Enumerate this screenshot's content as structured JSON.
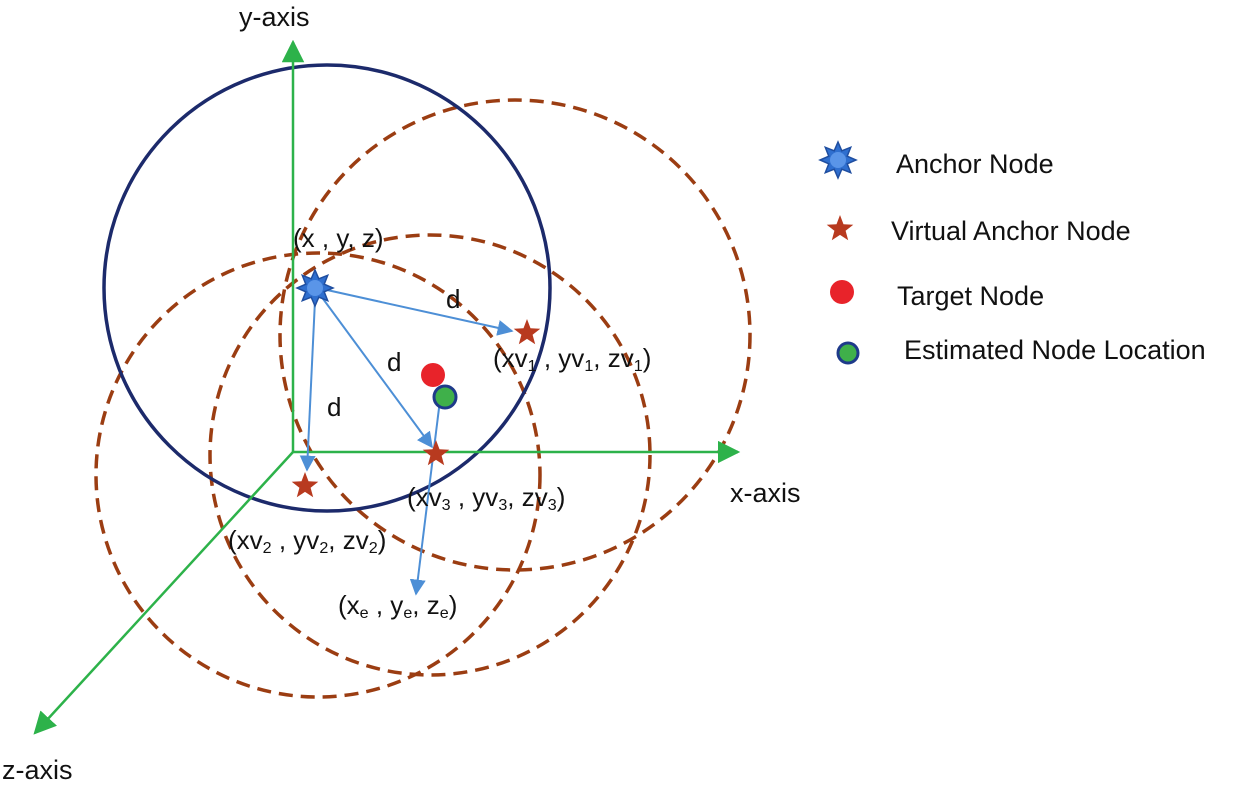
{
  "axes": {
    "x_label": "x-axis",
    "y_label": "y-axis",
    "z_label": "z-axis"
  },
  "anchor_label": "(x , y, z)",
  "distance_label": "d",
  "virtual_anchors": [
    {
      "parts": [
        "(xv",
        "1",
        " , yv",
        "1",
        ", zv",
        "1",
        ")"
      ]
    },
    {
      "parts": [
        "(xv",
        "2",
        " , yv",
        "2",
        ", zv",
        "2",
        ")"
      ]
    },
    {
      "parts": [
        "(xv",
        "3",
        " , yv",
        "3",
        ", zv",
        "3",
        ")"
      ]
    }
  ],
  "estimate_label": {
    "parts": [
      "(x",
      "e",
      " , y",
      "e",
      ", z",
      "e",
      ")"
    ]
  },
  "legend": {
    "anchor_node": "Anchor Node",
    "virtual_anchor_node": "Virtual Anchor Node",
    "target_node": "Target Node",
    "estimated_node_location": "Estimated Node Location"
  },
  "colors": {
    "axis": "#2db24a",
    "anchor_circle": "#1c2a6b",
    "dashed_circle": "#9b3d12",
    "arrow": "#4d8fd6",
    "anchor_star": "#2f6fcf",
    "virtual_star": "#b83a1f",
    "target": "#e8232a",
    "estimate_fill": "#3fb04a",
    "estimate_ring": "#1e3a8a"
  }
}
